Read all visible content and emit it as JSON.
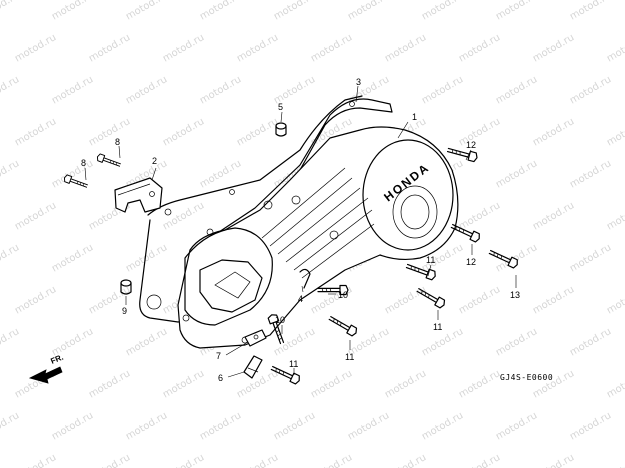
{
  "watermark_text": "motod.ru",
  "brand_logo": "HONDA",
  "diagram_code": "GJ4S-E0600",
  "direction_label": "FR.",
  "callouts": [
    {
      "label": "1"
    },
    {
      "label": "2"
    },
    {
      "label": "3"
    },
    {
      "label": "4"
    },
    {
      "label": "5"
    },
    {
      "label": "6"
    },
    {
      "label": "7"
    },
    {
      "label": "8"
    },
    {
      "label": "8"
    },
    {
      "label": "9"
    },
    {
      "label": "10"
    },
    {
      "label": "10"
    },
    {
      "label": "11"
    },
    {
      "label": "11"
    },
    {
      "label": "11"
    },
    {
      "label": "11"
    },
    {
      "label": "12"
    },
    {
      "label": "12"
    },
    {
      "label": "13"
    }
  ]
}
